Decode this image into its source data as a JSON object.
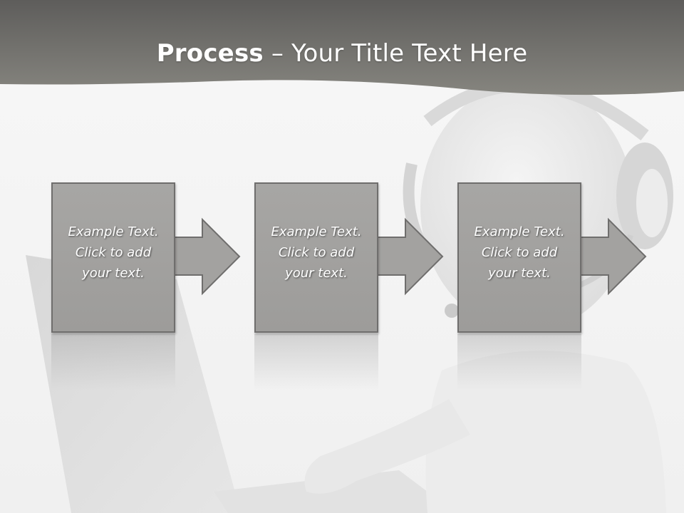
{
  "slide": {
    "title_bold": "Process",
    "title_rest": " – Your Title Text Here"
  },
  "steps": [
    {
      "text": "Example Text.\nClick  to add\nyour text."
    },
    {
      "text": "Example Text.\nClick  to add\nyour text."
    },
    {
      "text": "Example Text.\nClick  to add\nyour text."
    }
  ],
  "colors": {
    "header": "#6b6a68",
    "box_fill": "#a3a2a0",
    "box_border": "#6f6e6d",
    "background": "#f5f5f5"
  },
  "icons": {
    "background_illustration": "person-with-headset-at-laptop"
  }
}
